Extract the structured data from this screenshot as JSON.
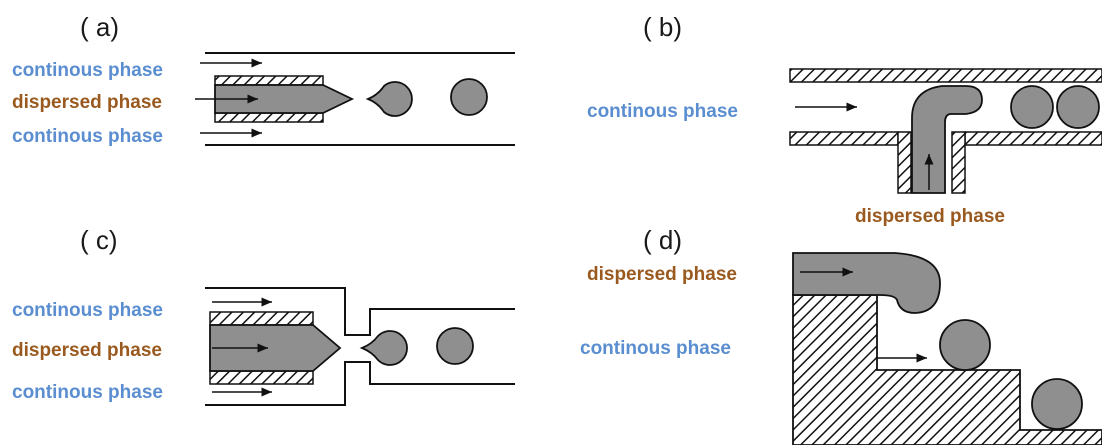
{
  "panels": {
    "a": {
      "label": "( a)",
      "top": "continous phase",
      "middle": "dispersed phase",
      "bottom": "continous phase"
    },
    "b": {
      "label": "( b)",
      "continuous": "continous phase",
      "dispersed": "dispersed phase"
    },
    "c": {
      "label": "( c)",
      "top": "continous phase",
      "middle": "dispersed phase",
      "bottom": "continous phase"
    },
    "d": {
      "label": "( d)",
      "dispersed": "dispersed phase",
      "continuous": "continous phase"
    }
  },
  "colors": {
    "continuous_text": "#5b8ed0",
    "dispersed_text": "#9a5a1f",
    "fluid_fill": "#8f8f8f",
    "wall_stroke": "#111111"
  }
}
